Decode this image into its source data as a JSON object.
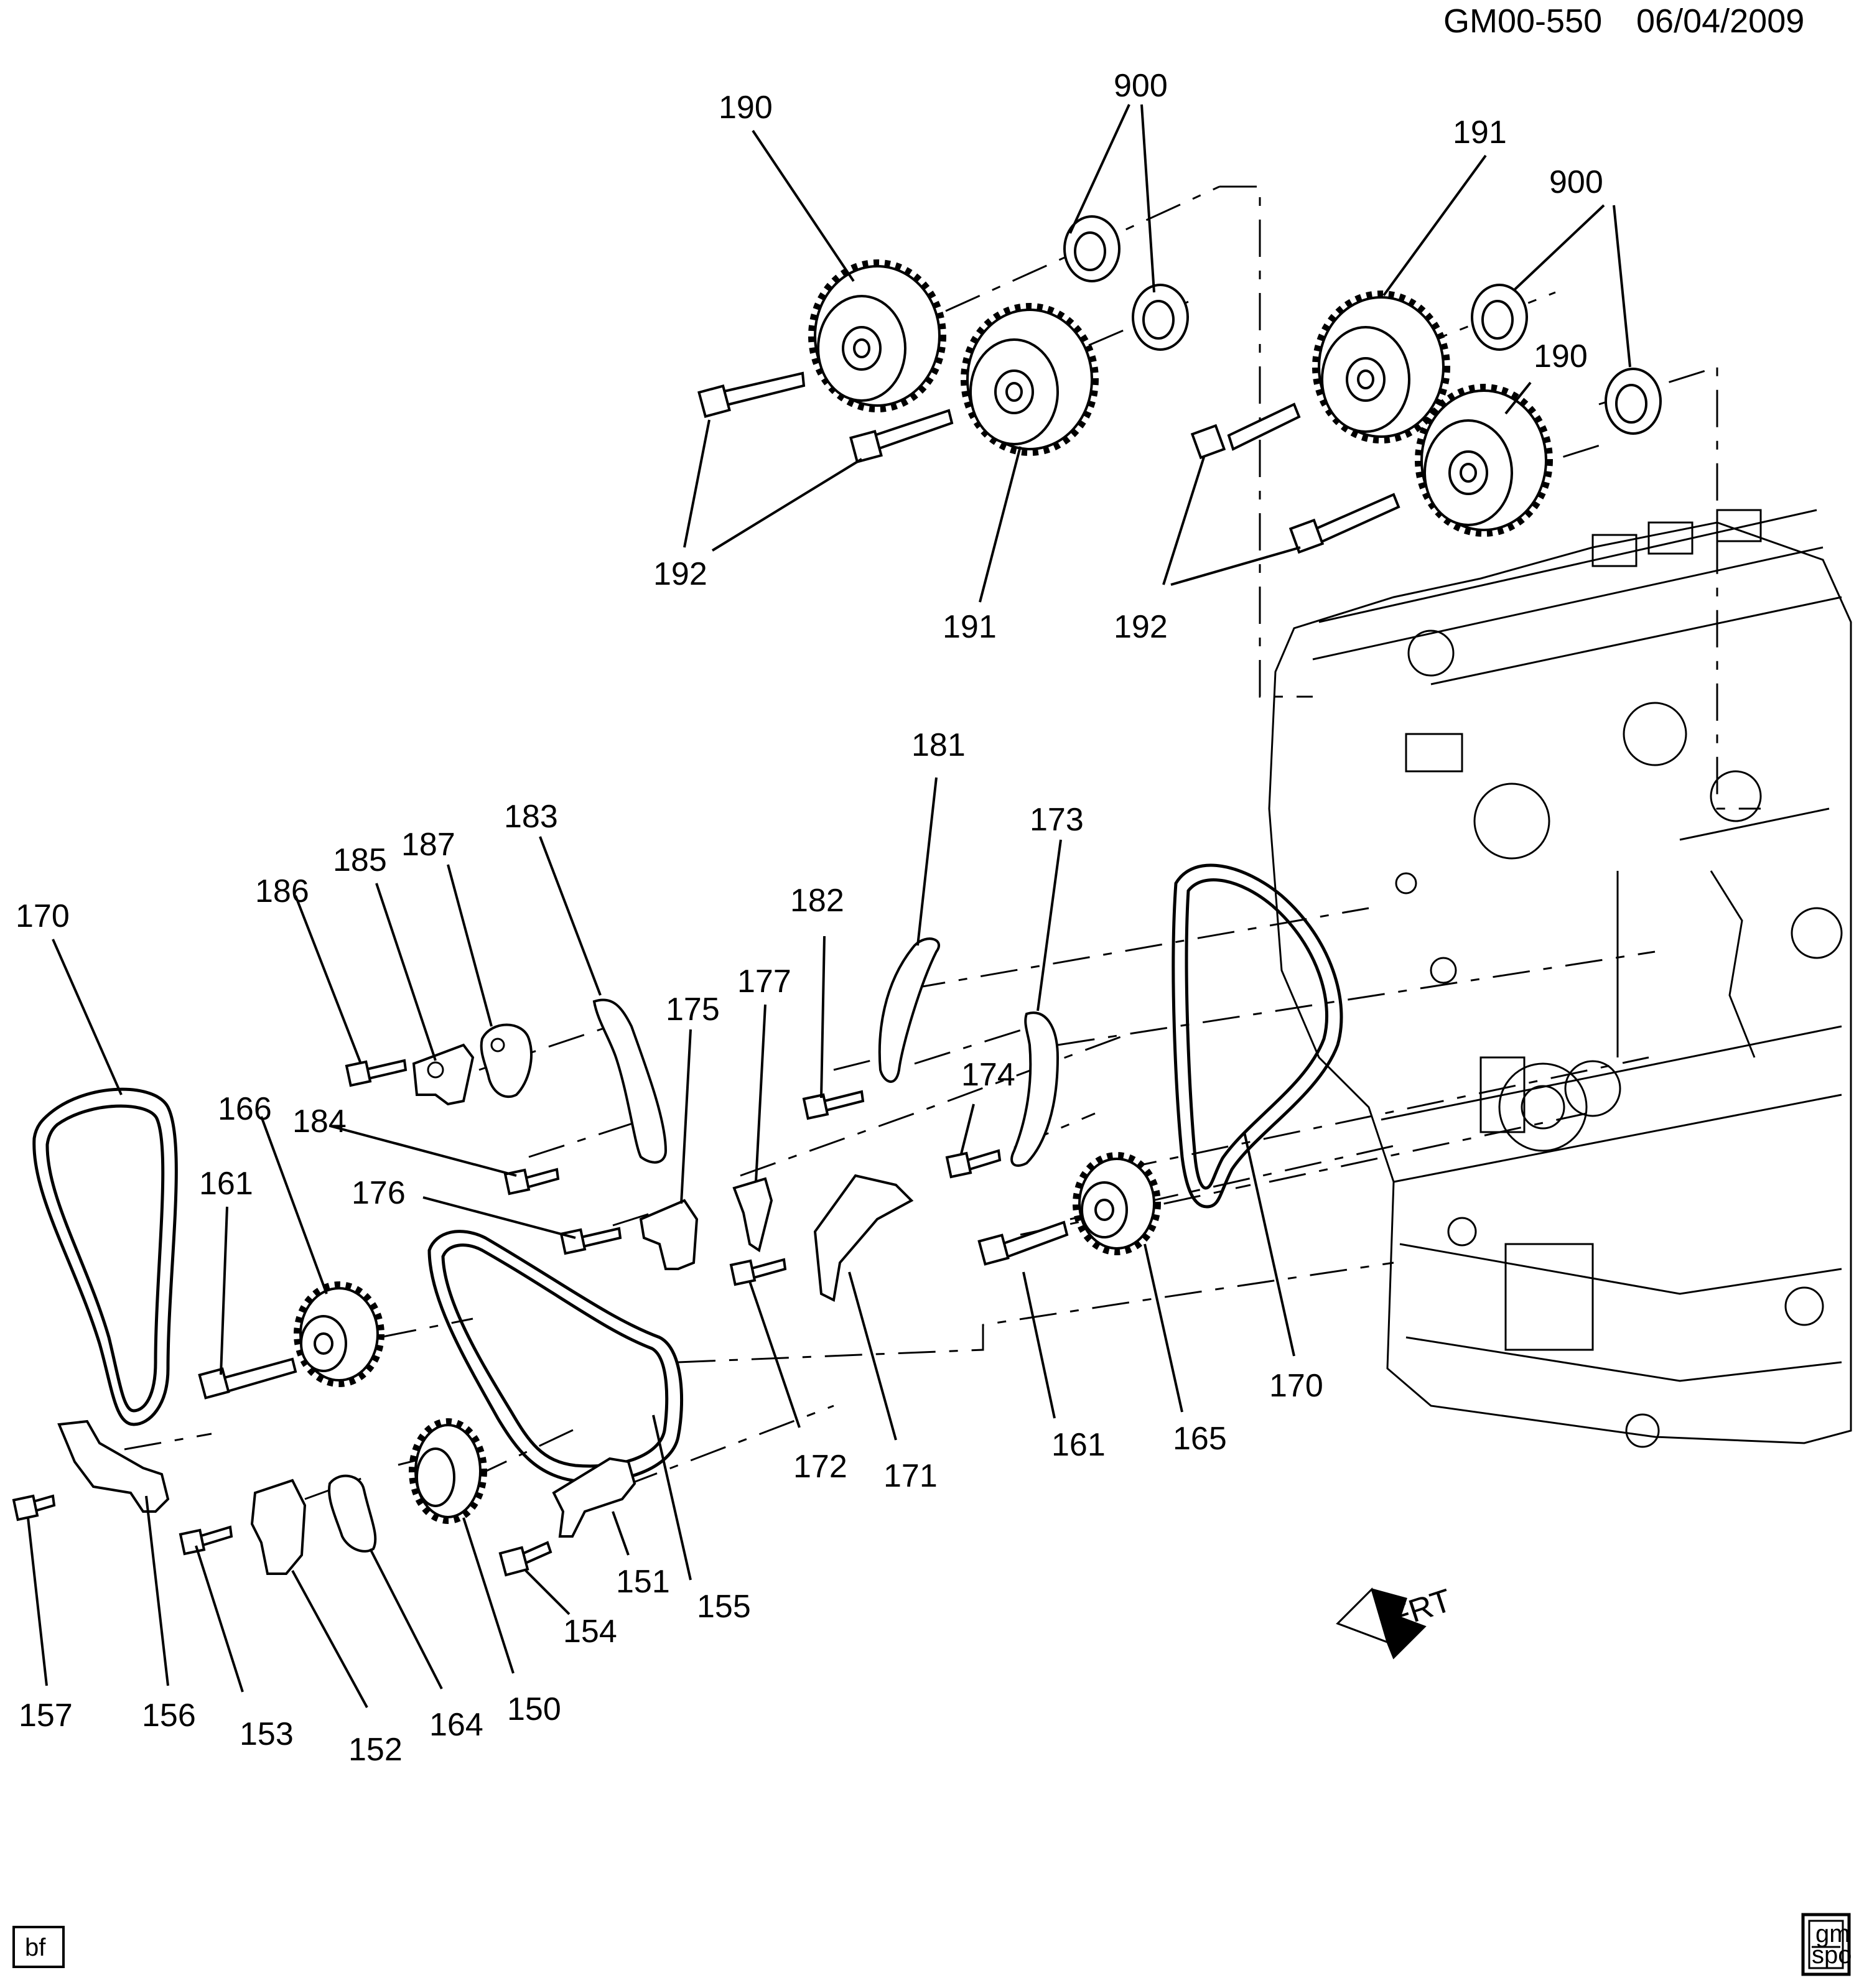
{
  "header": {
    "doc_id": "GM00-550",
    "date": "06/04/2009"
  },
  "callouts": [
    "190",
    "900",
    "191",
    "900",
    "190",
    "192",
    "191",
    "192",
    "181",
    "173",
    "183",
    "185",
    "187",
    "186",
    "182",
    "177",
    "175",
    "170",
    "174",
    "166",
    "184",
    "161",
    "176",
    "161",
    "165",
    "170",
    "172",
    "171",
    "151",
    "155",
    "154",
    "157",
    "156",
    "153",
    "152",
    "164",
    "150"
  ],
  "badges": {
    "corner_left": "bf",
    "front_arrow": "FRT",
    "logo_top": "gm",
    "logo_bottom": "spo"
  }
}
